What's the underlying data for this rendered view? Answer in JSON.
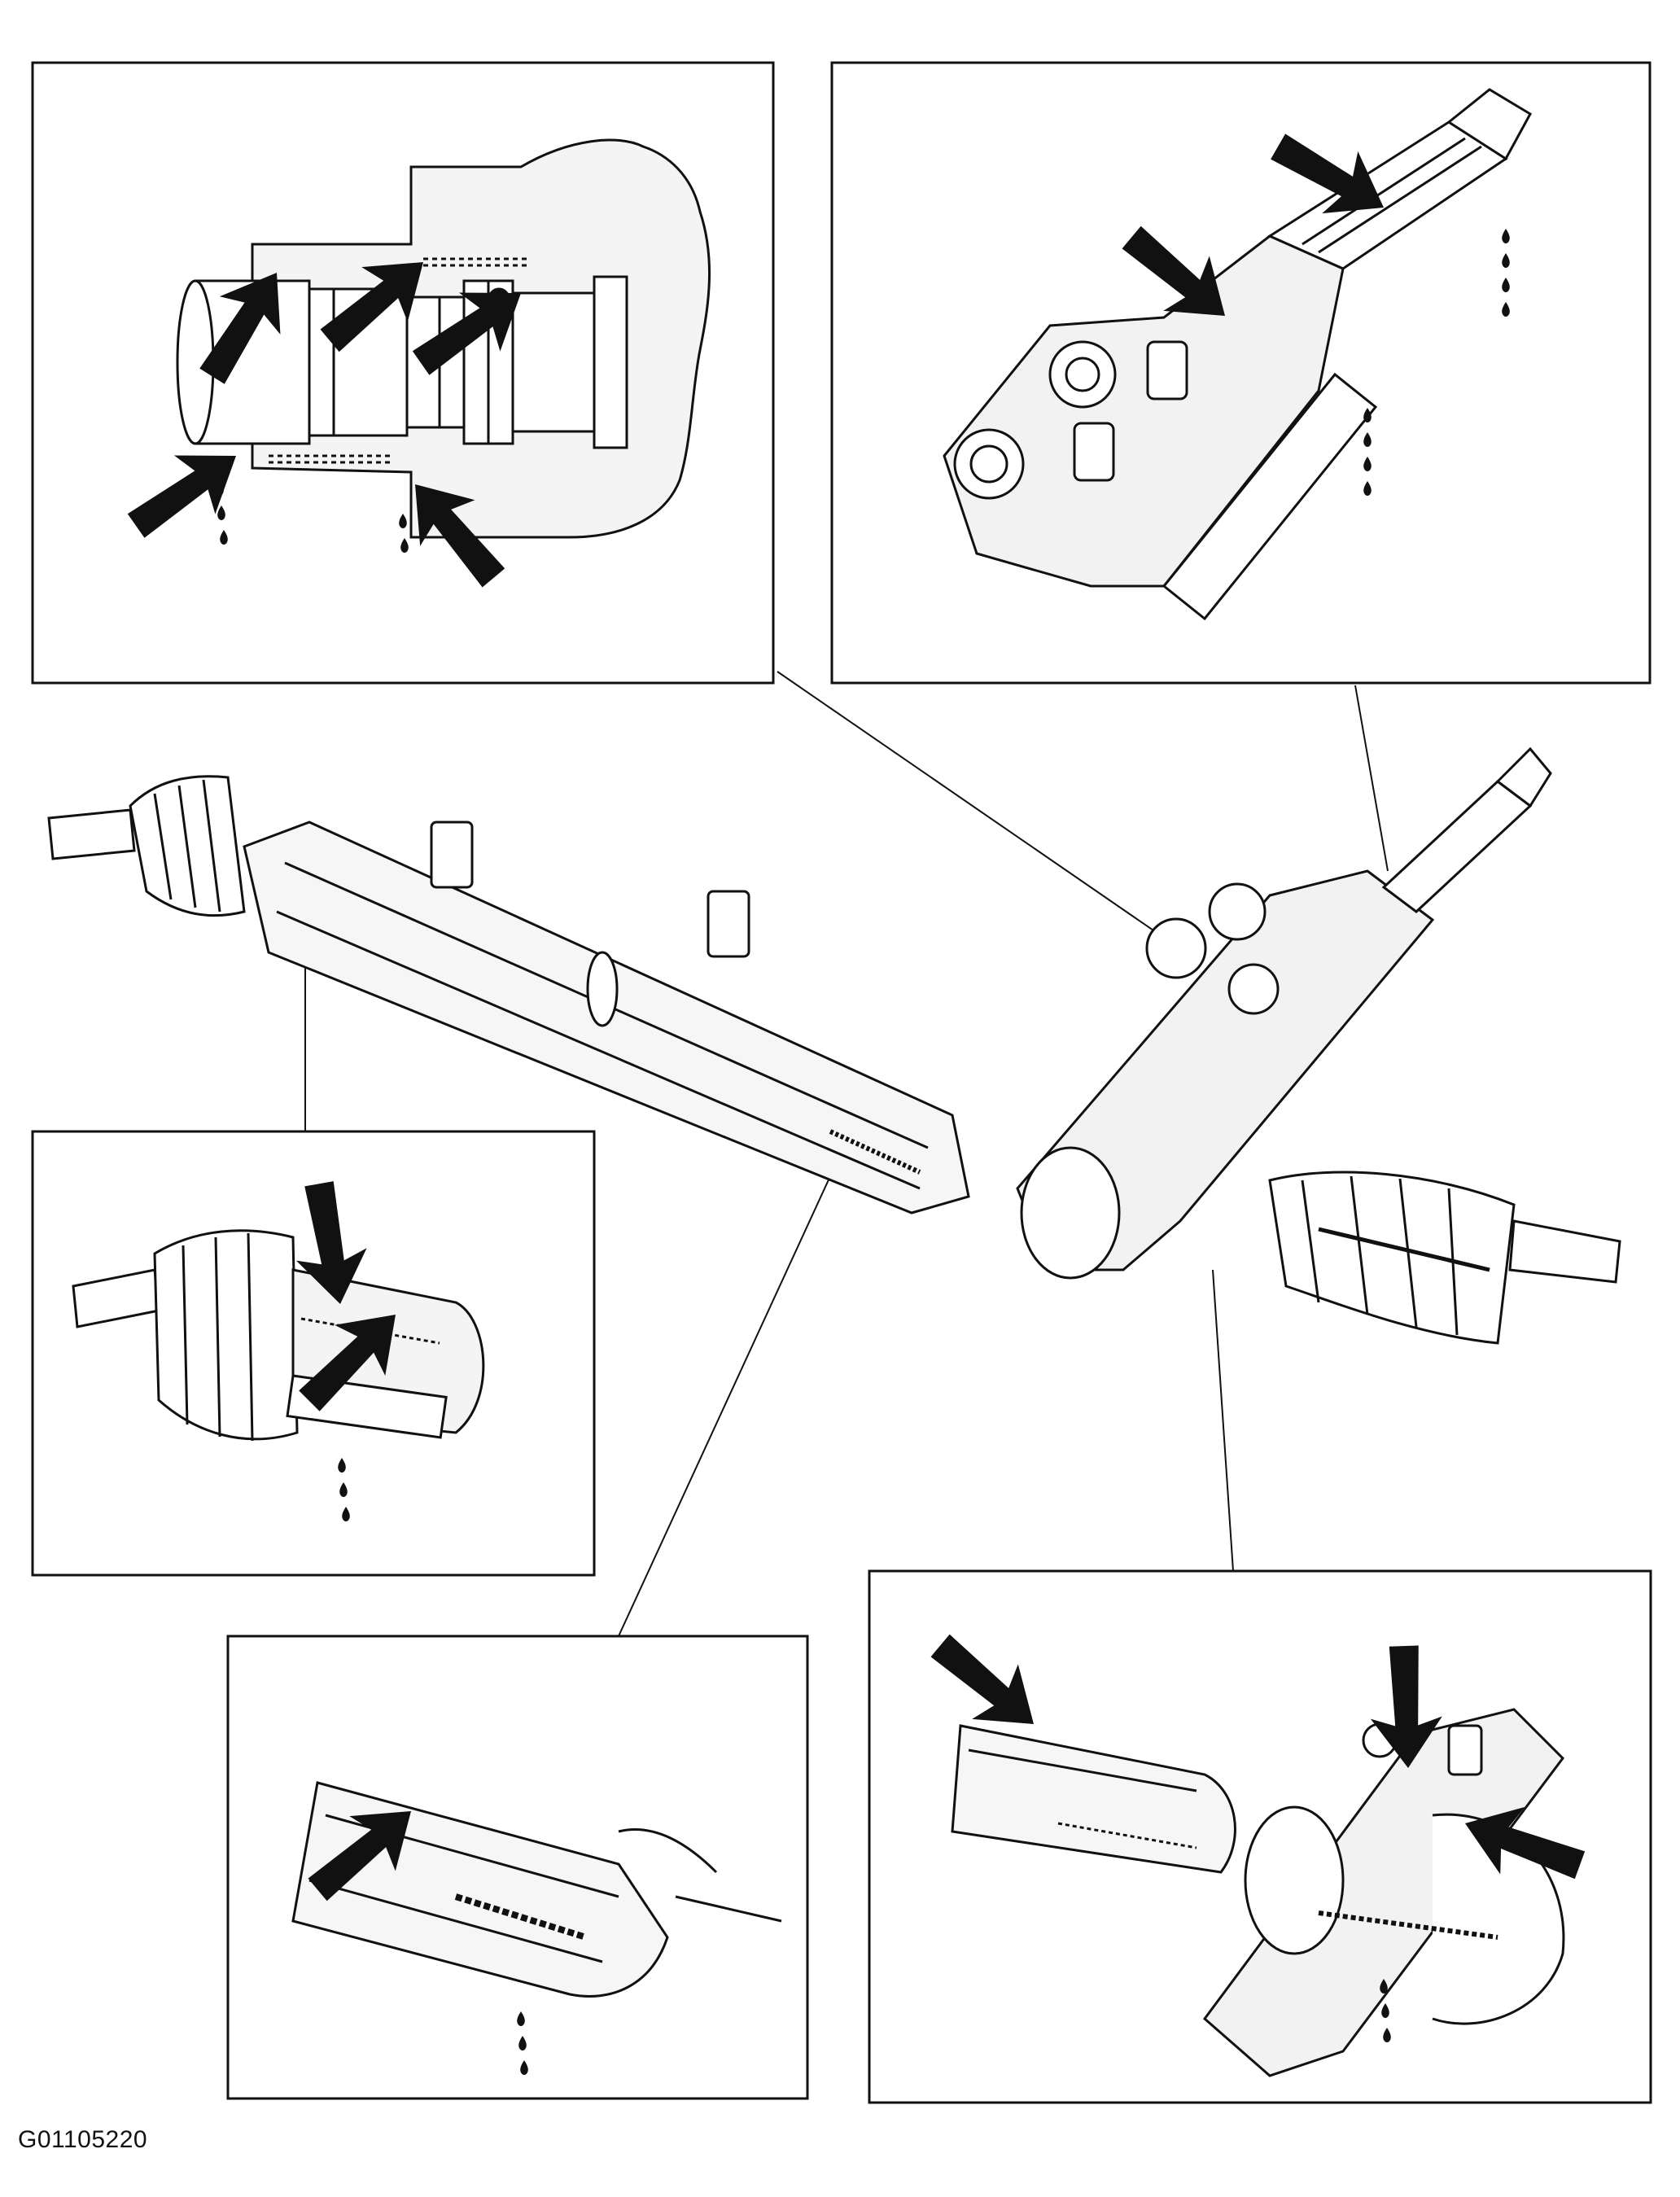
{
  "figure": {
    "id_label": "G01105220",
    "ink_color": "#111111",
    "paper_color": "#ffffff"
  },
  "callouts": [
    {
      "name": "inset-input-shaft-seals",
      "arrows": 5,
      "shows_drips": true
    },
    {
      "name": "inset-pinion-housing",
      "arrows": 2,
      "shows_drips": true
    },
    {
      "name": "inset-rack-end-seal",
      "arrows": 2,
      "shows_drips": true
    },
    {
      "name": "inset-cylinder-tube",
      "arrows": 1,
      "shows_drips": true
    },
    {
      "name": "inset-valve-body",
      "arrows": 3,
      "shows_drips": true
    }
  ]
}
